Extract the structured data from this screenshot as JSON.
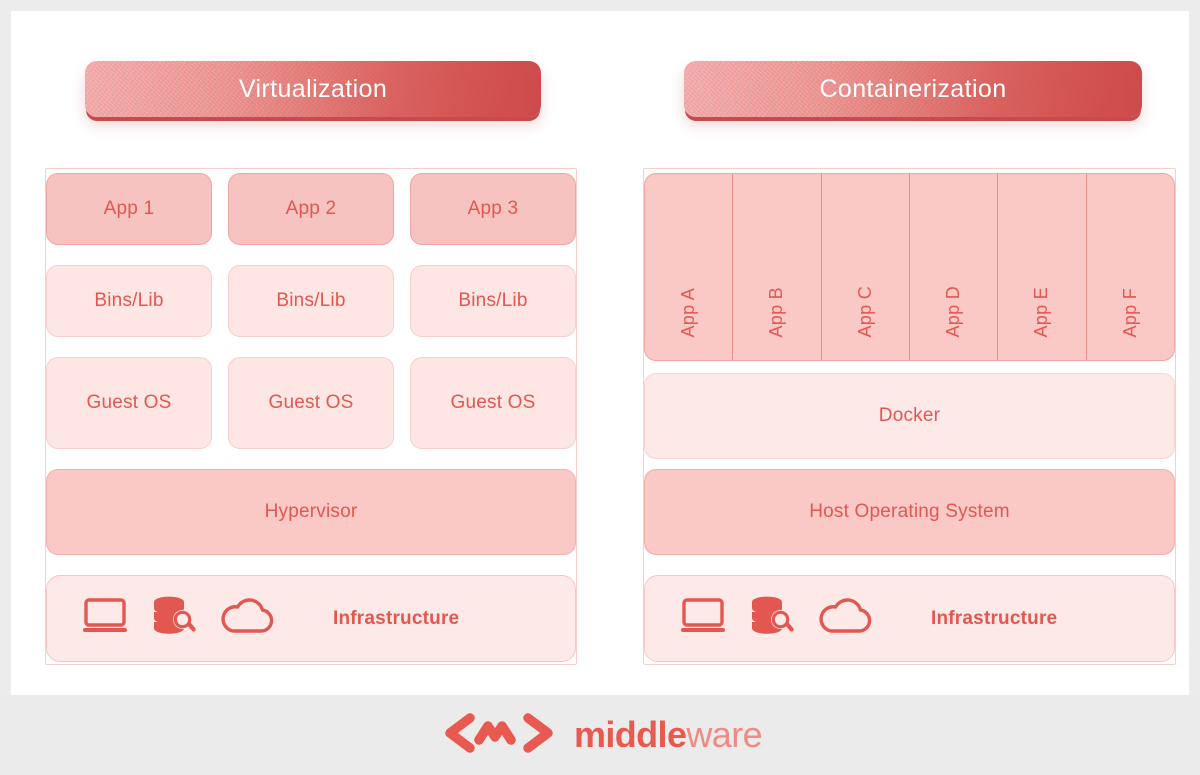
{
  "theme": {
    "page_bg": "#ececec",
    "card_bg": "#ffffff",
    "footer_bg": "#ebebeb",
    "accent_red": "#e2574f",
    "banner_gradient_from": "#f0a0a0",
    "banner_gradient_to": "#ce4a4a",
    "tone_strong": "#f7c3c0",
    "tone_mid": "#fac8c5",
    "tone_light": "#fde6e4",
    "tone_pale": "#fdeae8"
  },
  "columns": {
    "virtualization": {
      "title": "Virtualization",
      "apps": [
        "App 1",
        "App 2",
        "App 3"
      ],
      "bins": [
        "Bins/Lib",
        "Bins/Lib",
        "Bins/Lib"
      ],
      "guest_os": [
        "Guest OS",
        "Guest OS",
        "Guest OS"
      ],
      "hypervisor": "Hypervisor",
      "infrastructure": {
        "label": "Infrastructure",
        "icons": [
          "laptop-icon",
          "database-search-icon",
          "cloud-icon"
        ]
      }
    },
    "containerization": {
      "title": "Containerization",
      "apps": [
        "App A",
        "App B",
        "App C",
        "App D",
        "App E",
        "App F"
      ],
      "docker": "Docker",
      "host_os": "Host Operating System",
      "infrastructure": {
        "label": "Infrastructure",
        "icons": [
          "laptop-icon",
          "database-search-icon",
          "cloud-icon"
        ]
      }
    }
  },
  "footer": {
    "logo_mark": "middleware-chevron-wave-logo",
    "brand_bold": "middle",
    "brand_light": "ware"
  }
}
